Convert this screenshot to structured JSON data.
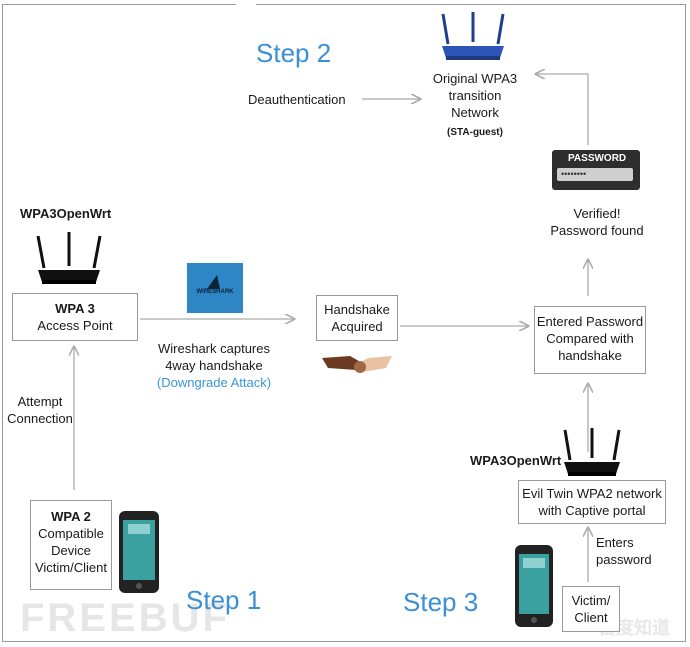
{
  "steps": {
    "step1": "Step 1",
    "step2": "Step 2",
    "step3": "Step 3"
  },
  "deauth": "Deauthentication",
  "original_network": {
    "line1": "Original WPA3",
    "line2": "transition",
    "line3": "Network",
    "ssid": "(STA-guest)"
  },
  "password_label": "PASSWORD",
  "password_mask": "••••••••",
  "verified": {
    "line1": "Verified!",
    "line2": "Password found"
  },
  "router_left_label": "WPA3OpenWrt",
  "access_point": {
    "title": "WPA 3",
    "subtitle": "Access Point"
  },
  "wireshark_logo": "WIRESHARK",
  "wireshark_caption": {
    "line1": "Wireshark captures",
    "line2": "4way handshake",
    "line3": "(Downgrade Attack)"
  },
  "handshake": {
    "line1": "Handshake",
    "line2": "Acquired"
  },
  "entered_password": {
    "line1": "Entered Password",
    "line2": "Compared with",
    "line3": "handshake"
  },
  "attempt": {
    "line1": "Attempt",
    "line2": "Connection"
  },
  "client_box": {
    "title": "WPA 2",
    "line1": "Compatible",
    "line2": "Device",
    "line3": "Victim/Client"
  },
  "router_right_label": "WPA3OpenWrt",
  "evil_twin": {
    "line1": "Evil Twin WPA2 network",
    "line2": "with Captive portal"
  },
  "enters_password": {
    "line1": "Enters",
    "line2": "password"
  },
  "victim_box": {
    "line1": "Victim/",
    "line2": "Client"
  },
  "watermark": "FREEBUF",
  "watermark_cn": "百度知道",
  "colors": {
    "step_blue": "#3a8fd6",
    "router_blue": "#2b55b8",
    "screen_teal": "#3aa0a0"
  }
}
